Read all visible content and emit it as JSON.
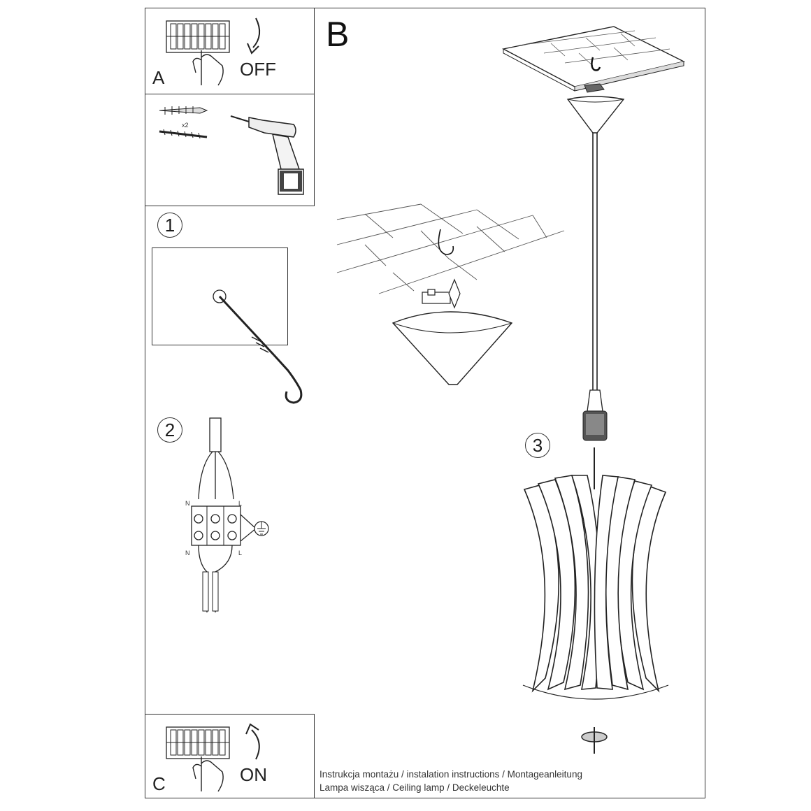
{
  "panel_a": {
    "letter": "A",
    "word": "OFF"
  },
  "tools": {
    "qty": "x2"
  },
  "step1": {
    "number": "1"
  },
  "step2": {
    "number": "2",
    "wire_labels": {
      "n_top": "N",
      "l_top": "L",
      "n_bottom": "N",
      "l_bottom": "L"
    }
  },
  "panel_b": {
    "letter": "B"
  },
  "step3": {
    "number": "3"
  },
  "panel_c": {
    "letter": "C",
    "word": "ON"
  },
  "caption": {
    "line1": "Instrukcja montażu / instalation instructions / Montageanleitung",
    "line2": "Lampa wisząca / Ceiling lamp / Deckeleuchte"
  }
}
